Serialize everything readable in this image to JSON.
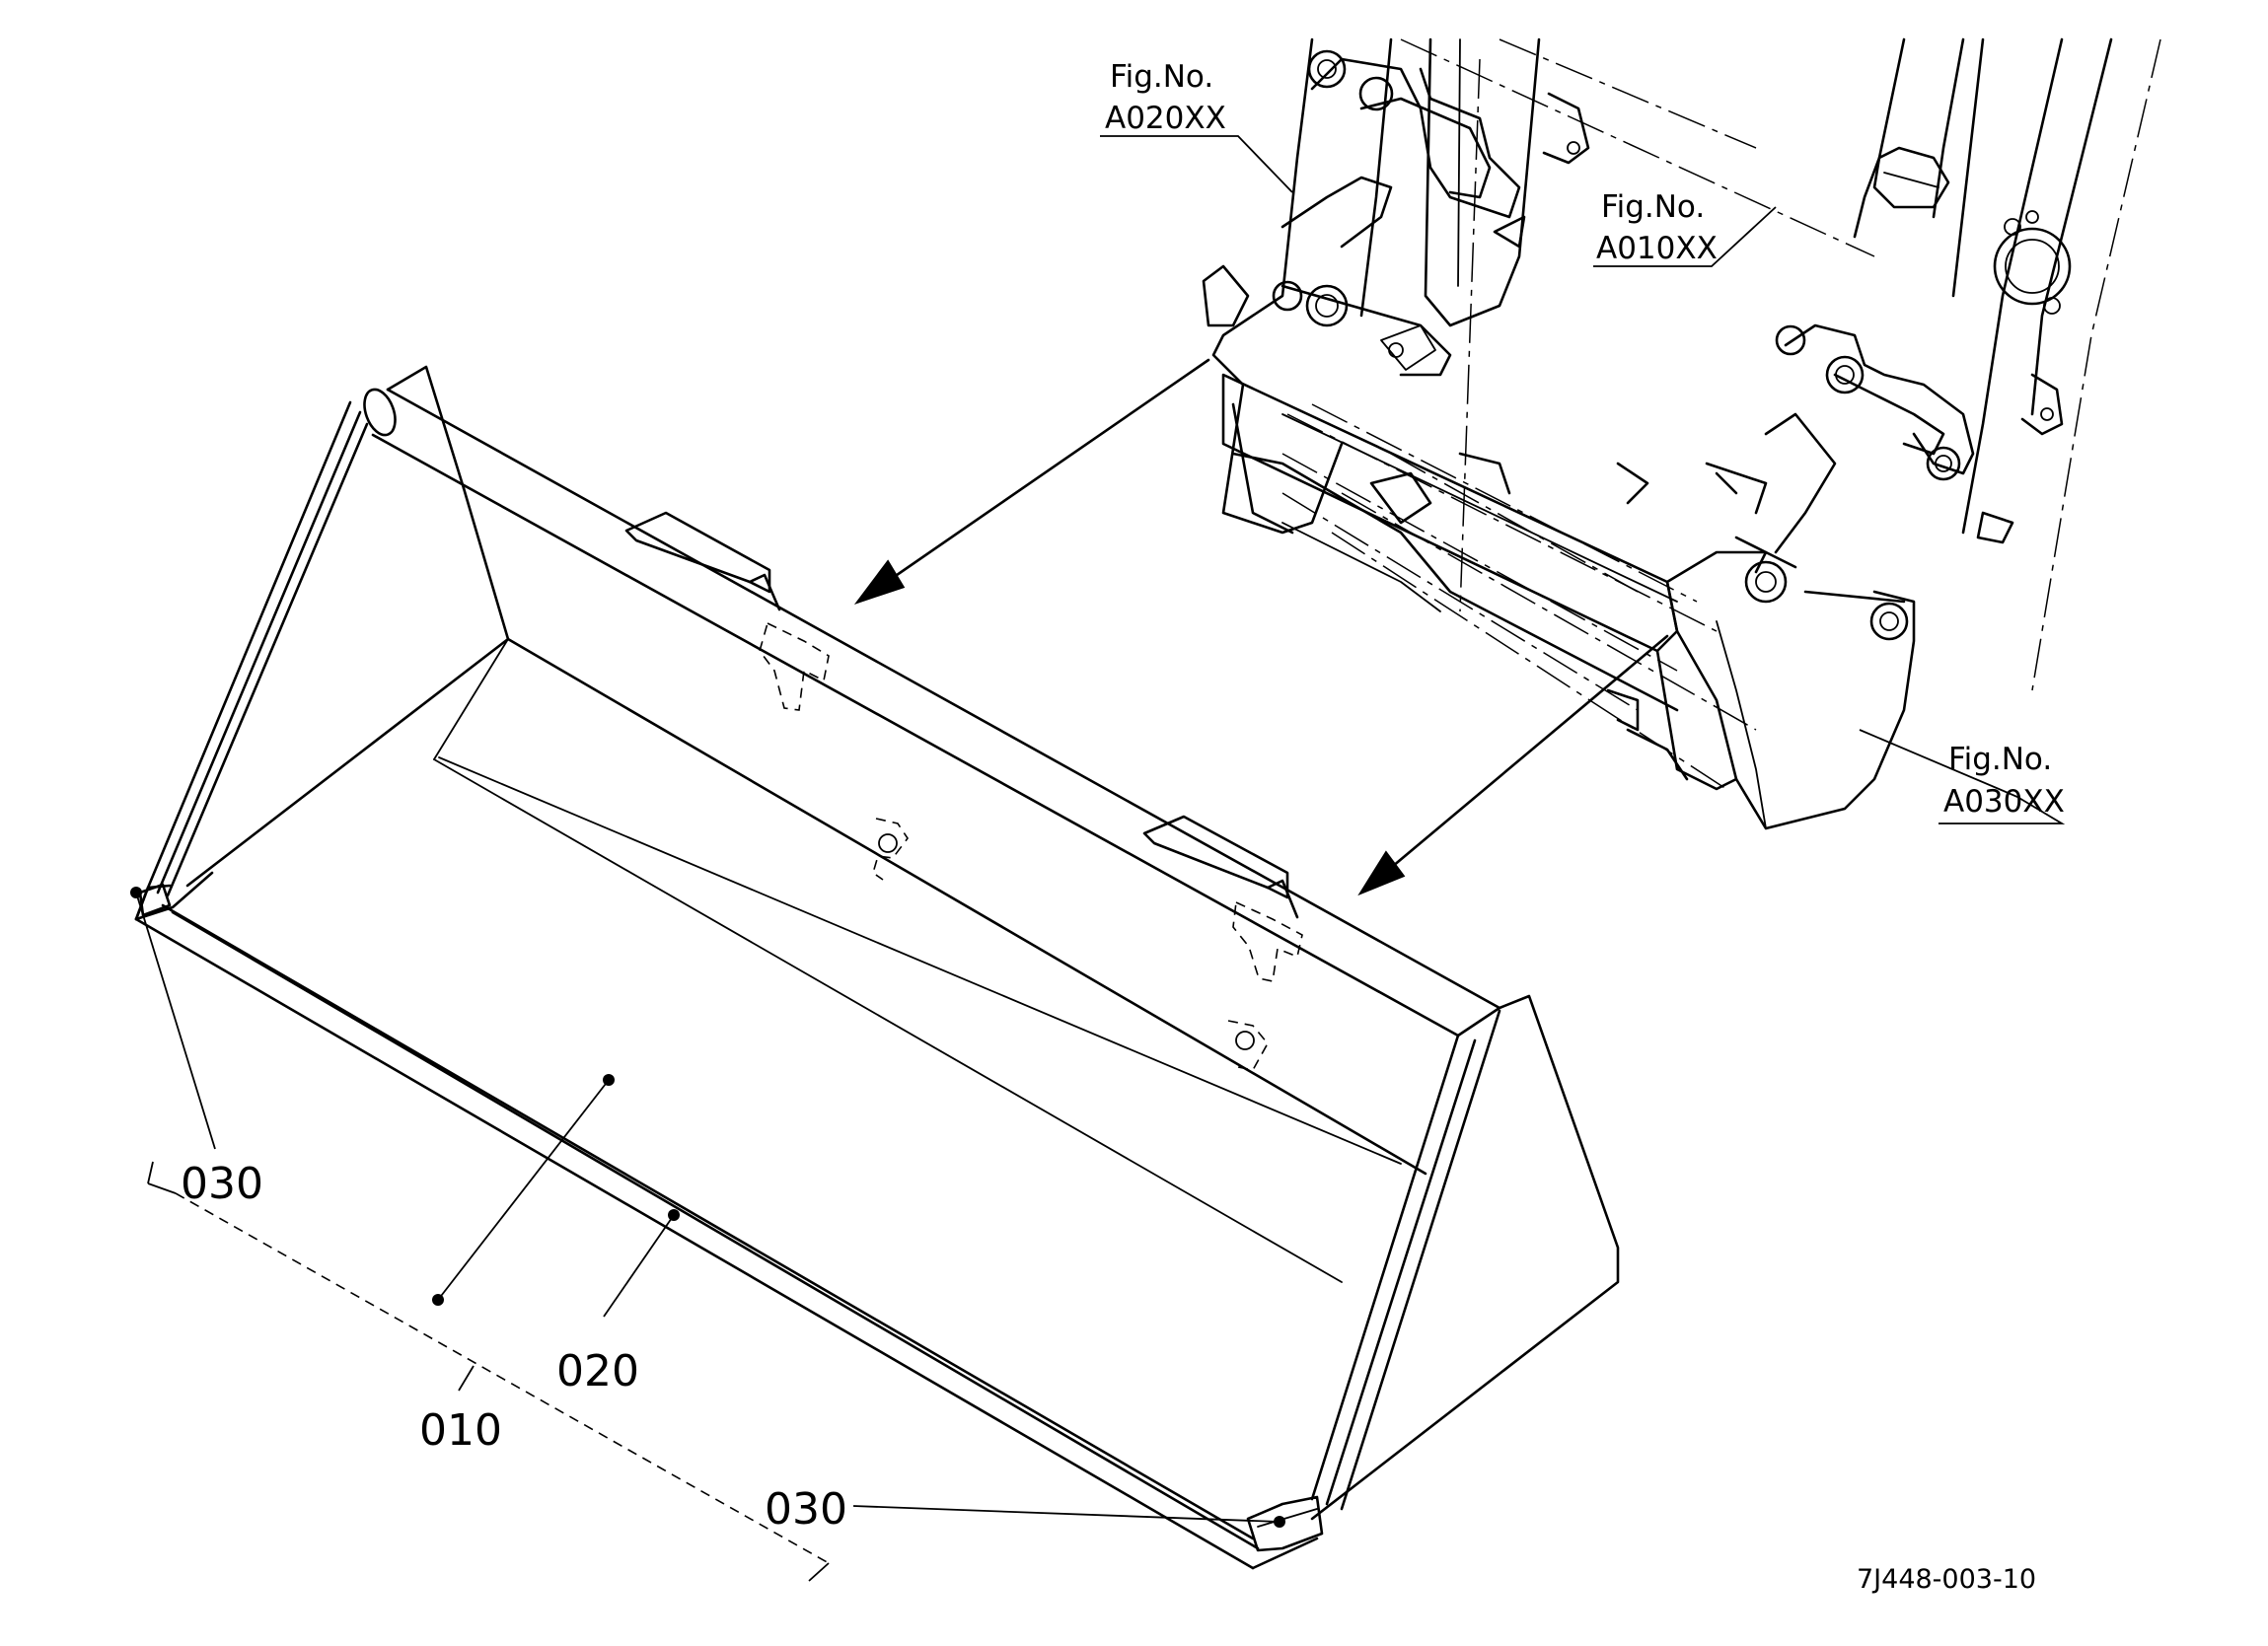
{
  "references": [
    {
      "id": "ref-a020",
      "line1": "Fig.No.",
      "line2": "A020XX"
    },
    {
      "id": "ref-a010",
      "line1": "Fig.No.",
      "line2": "A010XX"
    },
    {
      "id": "ref-a030",
      "line1": "Fig.No.",
      "line2": "A030XX"
    }
  ],
  "callouts": {
    "c010": "010",
    "c020": "020",
    "c030_left": "030",
    "c030_right": "030"
  },
  "drawing_code": "7J448-003-10"
}
